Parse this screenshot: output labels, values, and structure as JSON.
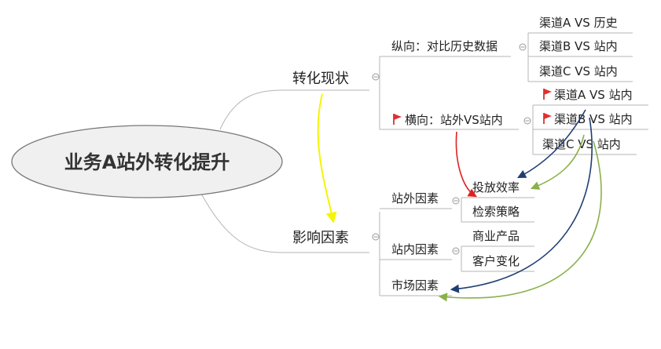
{
  "root": {
    "label": "业务A站外转化提升"
  },
  "nodes": {
    "status": {
      "label": "转化现状"
    },
    "vertical": {
      "label": "纵向：对比历史数据"
    },
    "v1": {
      "label": "渠道A VS 历史"
    },
    "v2": {
      "label": "渠道B VS 站内"
    },
    "v3": {
      "label": "渠道C VS 站内"
    },
    "horizontal": {
      "label": "横向：站外VS站内"
    },
    "h1": {
      "label": "渠道A VS 站内"
    },
    "h2": {
      "label": "渠道B VS 站内"
    },
    "h3": {
      "label": "渠道C VS 站内"
    },
    "factors": {
      "label": "影响因素"
    },
    "external": {
      "label": "站外因素"
    },
    "e1": {
      "label": "投放效率"
    },
    "e2": {
      "label": "检索策略"
    },
    "internal": {
      "label": "站内因素"
    },
    "i1": {
      "label": "商业产品"
    },
    "i2": {
      "label": "客户变化"
    },
    "market": {
      "label": "市场因素"
    }
  },
  "colors": {
    "branch_line": "#b5b5b5",
    "flag": "#e03030",
    "relation_yellow": "#f5f500",
    "relation_red": "#e0201e",
    "relation_navy": "#1f3f73",
    "relation_green": "#8ab04a"
  },
  "icons": {
    "flag": "flag-icon",
    "collapse": "collapse-toggle-icon"
  }
}
